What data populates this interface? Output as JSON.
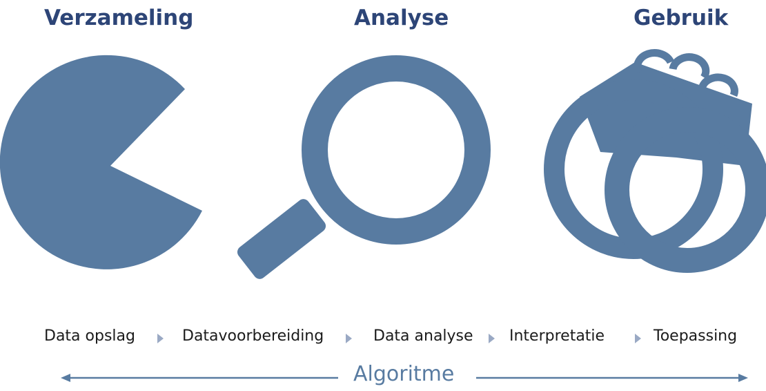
{
  "stages": [
    {
      "title": "Verzameling",
      "icon": "pacman-icon"
    },
    {
      "title": "Analyse",
      "icon": "magnifying-glass-icon"
    },
    {
      "title": "Gebruik",
      "icon": "handcuffs-icon"
    }
  ],
  "process": {
    "steps": [
      "Data opslag",
      "Datavoorbereiding",
      "Data analyse",
      "Interpretatie",
      "Toepassing"
    ]
  },
  "algorithm": {
    "label": "Algoritme",
    "direction": "bidirectional"
  },
  "colors": {
    "title": "#2d4577",
    "icon": "#587ba1",
    "step_text": "#1b1b1b",
    "step_arrow": "#9aa9c4",
    "algorithm": "#587ba1"
  }
}
